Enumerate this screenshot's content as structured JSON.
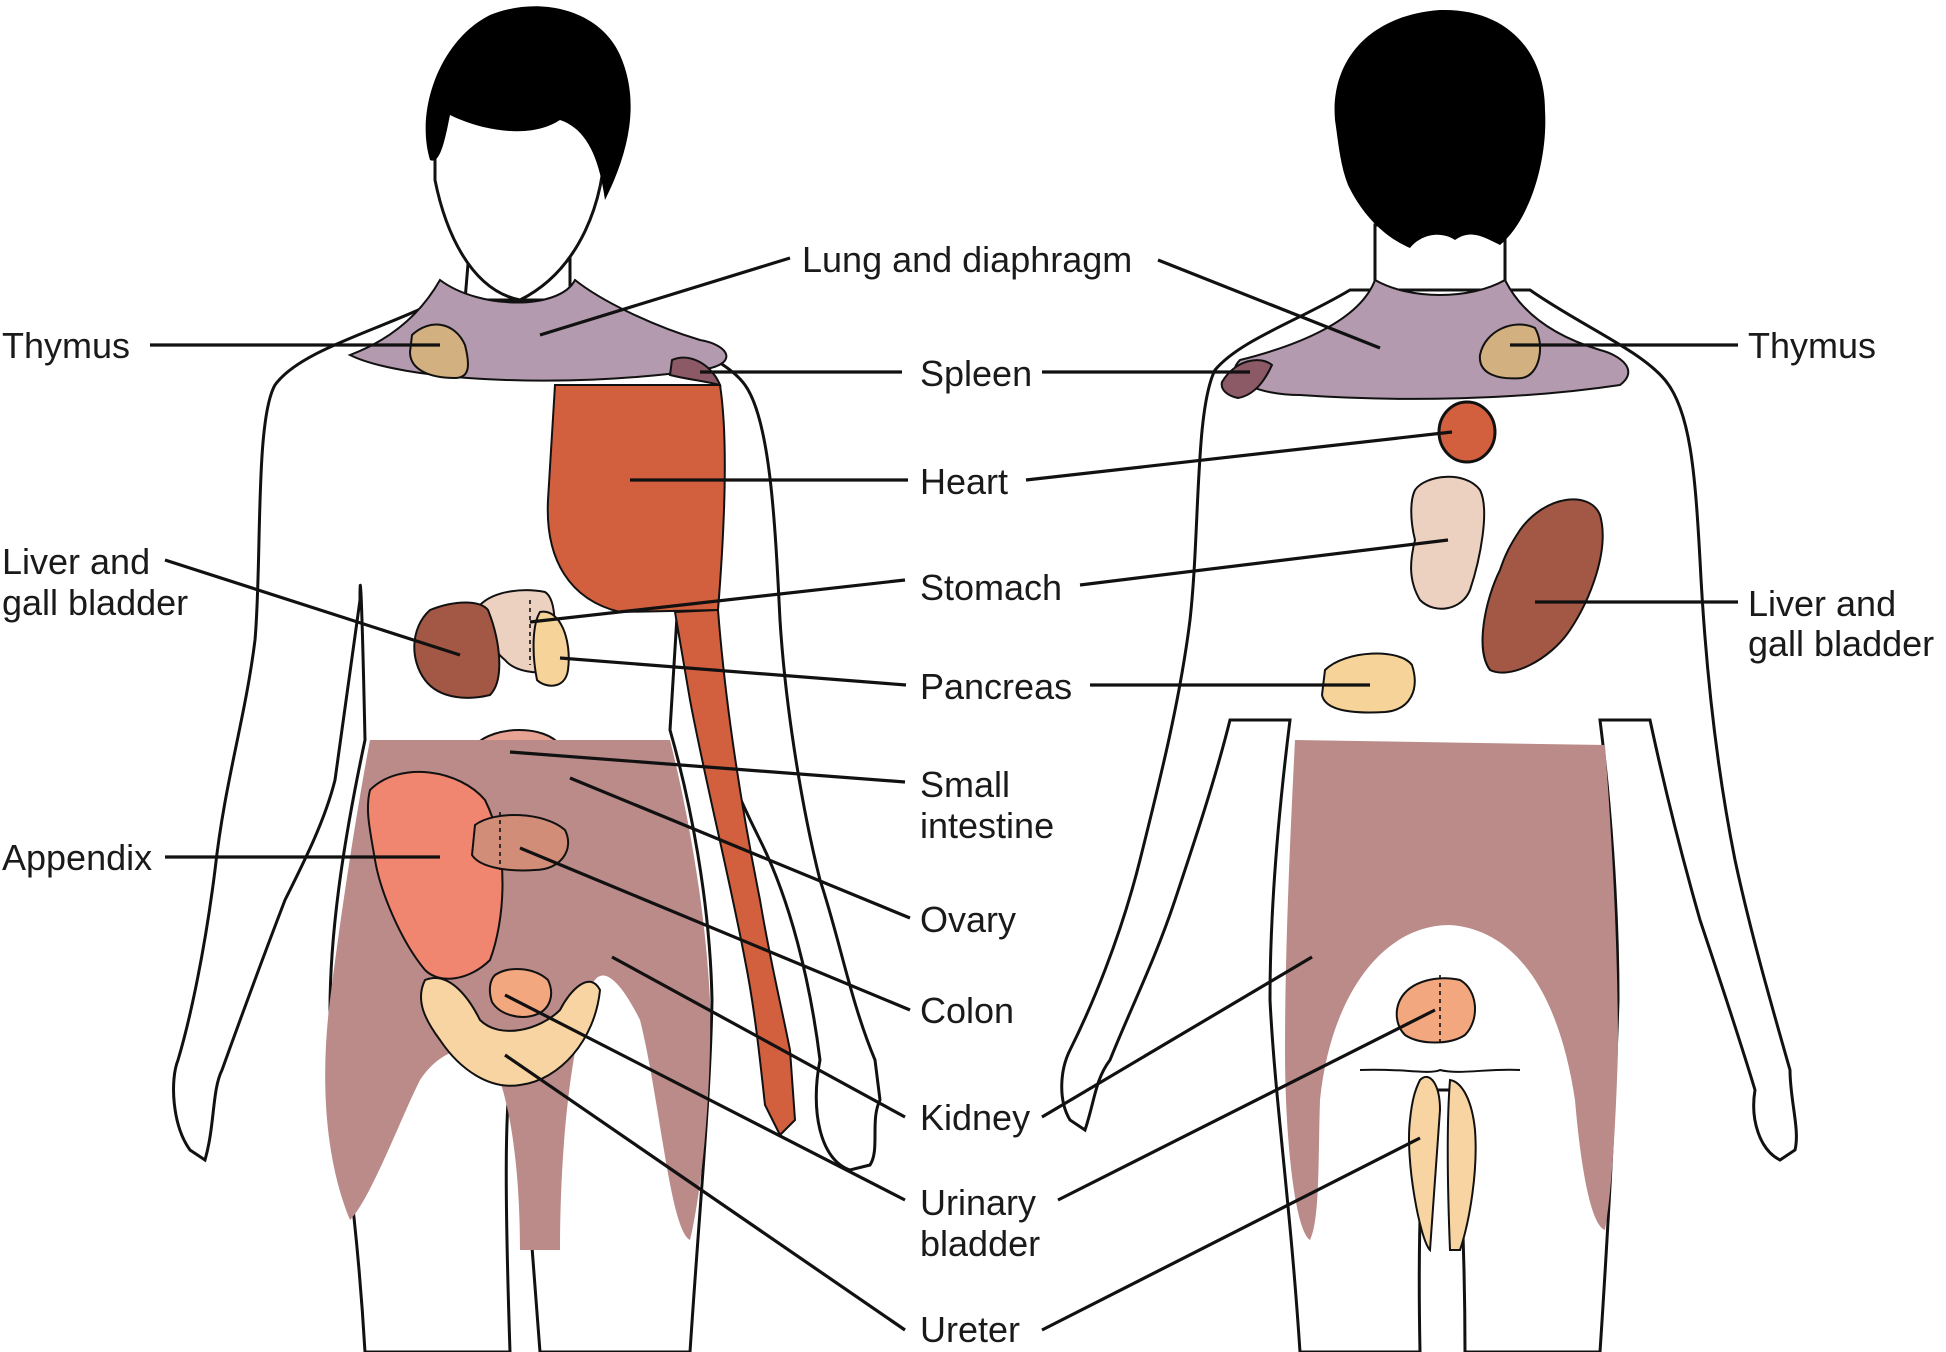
{
  "labels": {
    "lung": "Lung and diaphragm",
    "thymus_left": "Thymus",
    "thymus_right": "Thymus",
    "spleen": "Spleen",
    "heart": "Heart",
    "liver_left_1": "Liver and",
    "liver_left_2": "gall bladder",
    "liver_right_1": "Liver and",
    "liver_right_2": "gall bladder",
    "stomach": "Stomach",
    "pancreas": "Pancreas",
    "small_intestine_1": "Small",
    "small_intestine_2": "intestine",
    "appendix": "Appendix",
    "ovary": "Ovary",
    "colon": "Colon",
    "kidney": "Kidney",
    "urinary_1": "Urinary",
    "urinary_2": "bladder",
    "ureter": "Ureter"
  },
  "colors": {
    "lung_diaphragm": "#b39aae",
    "thymus": "#d2b07f",
    "spleen": "#8c5a66",
    "heart": "#d2603f",
    "liver": "#a35745",
    "stomach": "#ecd0c0",
    "pancreas": "#f6d499",
    "small_intestine": "#e8a394",
    "appendix": "#f08570",
    "ovary": "#a8dbe0",
    "colon": "#d18d78",
    "kidney": "#ba8b89",
    "urinary_bladder": "#f2a77f",
    "ureter": "#f8d4a2",
    "hair": "#000000"
  }
}
